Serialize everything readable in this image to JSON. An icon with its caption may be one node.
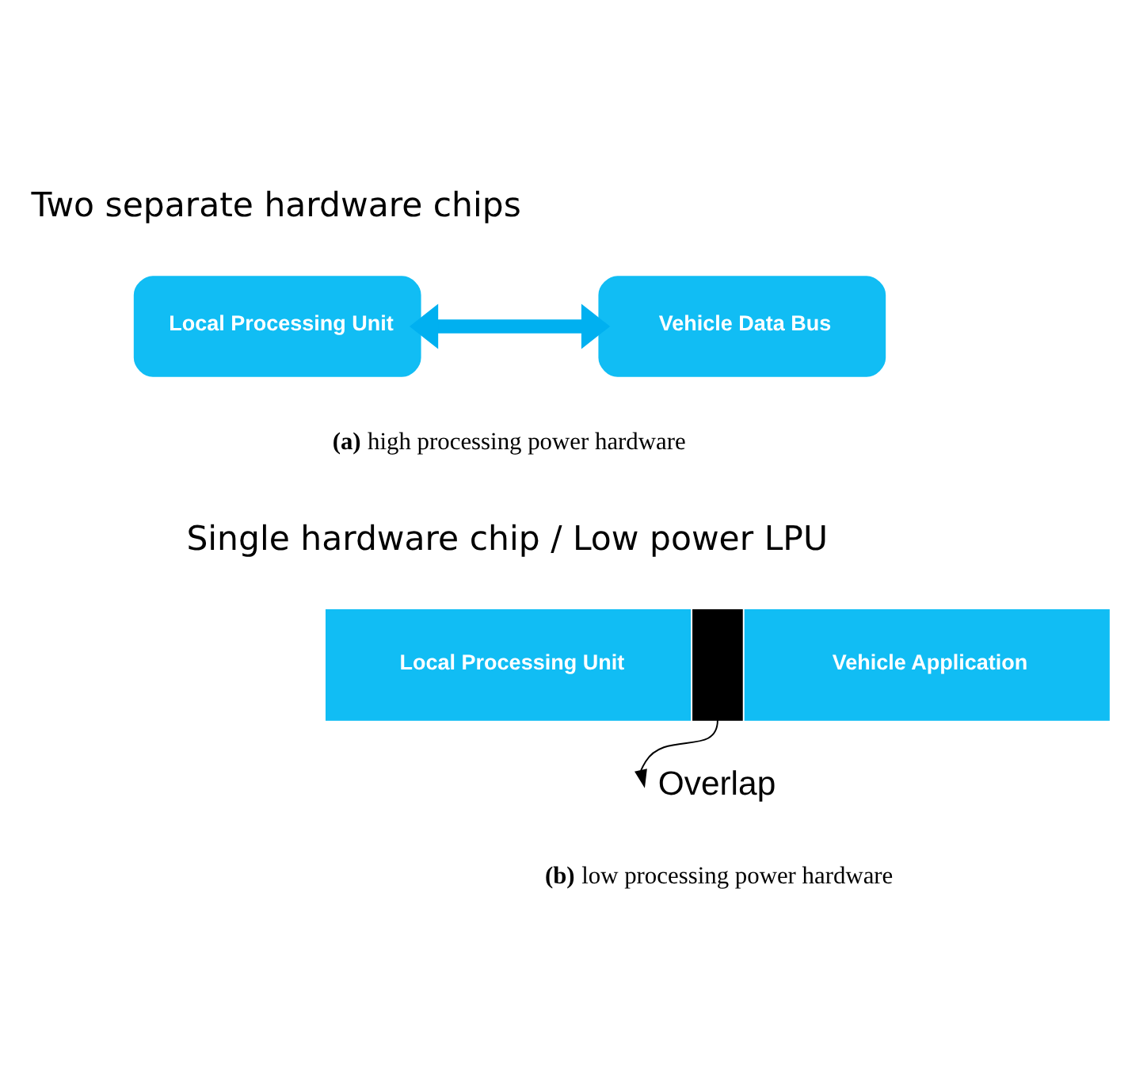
{
  "diagram": {
    "nodes": [
      {
        "text": [
          "Local Processing Unit"
        ]
      },
      {
        "text": [
          "Vehicle Data Bus"
        ]
      },
      {
        "text": [
          "Local Processing Unit"
        ]
      },
      {
        "text": [],
        "shape": "bar"
      },
      {
        "text": [
          "Vehicle Application"
        ]
      },
      {
        "text": [
          "Overlap"
        ]
      }
    ],
    "edges": [
      {
        "from": 0,
        "to": 1,
        "arrow": "both",
        "style": "thick",
        "color": "#00b0f0"
      },
      {
        "from": 3,
        "to": 5,
        "arrow": "to",
        "color": "#000000"
      }
    ],
    "labels": [
      "Two separate hardware chips",
      "**(a)** high processing power hardware",
      "Single hardware chip / Low power LPU",
      "**(b)** low processing power hardware"
    ]
  }
}
